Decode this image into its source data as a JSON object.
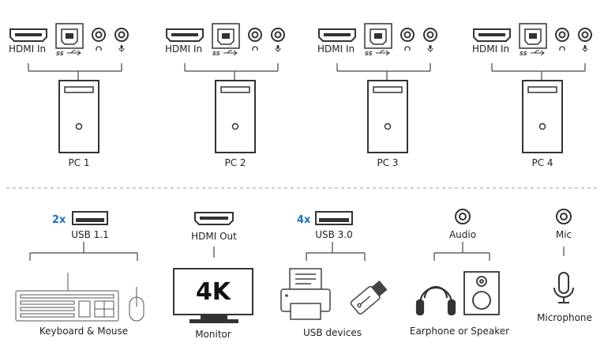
{
  "pcs": [
    {
      "label": "PC 1",
      "hdmi_label": "HDMI In"
    },
    {
      "label": "PC 2",
      "hdmi_label": "HDMI In"
    },
    {
      "label": "PC 3",
      "hdmi_label": "HDMI In"
    },
    {
      "label": "PC 4",
      "hdmi_label": "HDMI In"
    }
  ],
  "ss_mark": "SS",
  "outputs": {
    "usb11": {
      "badge": "2x",
      "label": "USB 1.1"
    },
    "hdmi_out": {
      "label": "HDMI Out"
    },
    "usb30": {
      "badge": "4x",
      "label": "USB 3.0"
    },
    "audio": {
      "label": "Audio"
    },
    "mic": {
      "label": "Mic"
    }
  },
  "devices": {
    "keyboard_mouse": "Keyboard & Mouse",
    "monitor": "Monitor",
    "monitor_screen": "4K",
    "usb_devices": "USB devices",
    "earphone_speaker": "Earphone or Speaker",
    "microphone": "Microphone"
  },
  "colors": {
    "line": "#444444",
    "accent": "#1d72b8",
    "divider": "#9a9a9a"
  }
}
